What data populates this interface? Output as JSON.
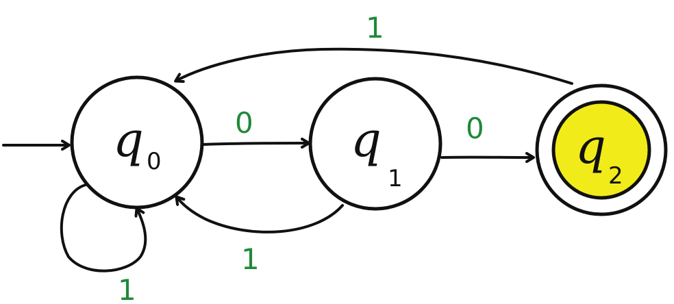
{
  "diagram": {
    "type": "finite-automaton",
    "start_state": "q0",
    "accept_states": [
      "q2"
    ],
    "states": [
      {
        "id": "q0",
        "symbol": "q",
        "subscript": "0",
        "accepting": false,
        "fill": "#ffffff"
      },
      {
        "id": "q1",
        "symbol": "q",
        "subscript": "1",
        "accepting": false,
        "fill": "#ffffff"
      },
      {
        "id": "q2",
        "symbol": "q",
        "subscript": "2",
        "accepting": true,
        "fill": "#f2eb1a"
      }
    ],
    "transitions": [
      {
        "from": "q0",
        "to": "q1",
        "label": "0"
      },
      {
        "from": "q1",
        "to": "q2",
        "label": "0"
      },
      {
        "from": "q1",
        "to": "q0",
        "label": "1"
      },
      {
        "from": "q2",
        "to": "q0",
        "label": "1"
      },
      {
        "from": "q0",
        "to": "q0",
        "label": "1"
      }
    ],
    "colors": {
      "stroke": "#111111",
      "edge_label": "#1f8a3a",
      "accept_fill": "#f2eb1a"
    }
  }
}
